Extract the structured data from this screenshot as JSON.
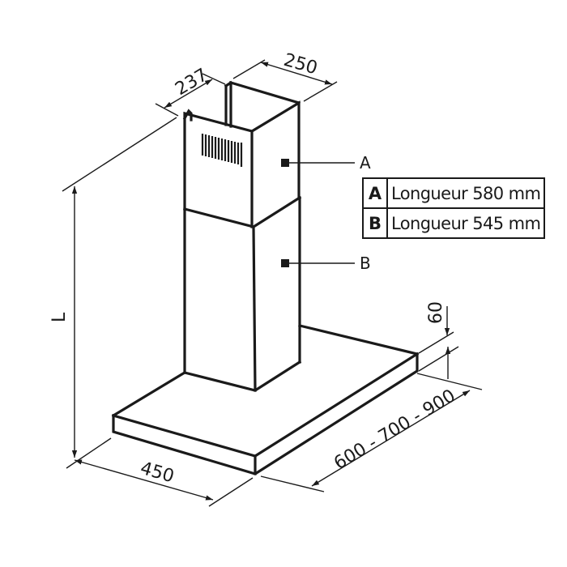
{
  "diagram": {
    "subject": "chimney cooker hood dimensions",
    "dimensions": {
      "chimney_depth": "237",
      "chimney_width": "250",
      "height": "L",
      "hood_depth": "450",
      "hood_width": "600 - 700 - 900",
      "hood_thickness": "60"
    },
    "callouts": [
      {
        "key": "A",
        "label": "A"
      },
      {
        "key": "B",
        "label": "B"
      }
    ],
    "legend": [
      {
        "key": "A",
        "text": "Longueur 580 mm"
      },
      {
        "key": "B",
        "text": "Longueur 545 mm"
      }
    ],
    "colors": {
      "line": "#1a1a1a",
      "background": "#ffffff"
    }
  }
}
